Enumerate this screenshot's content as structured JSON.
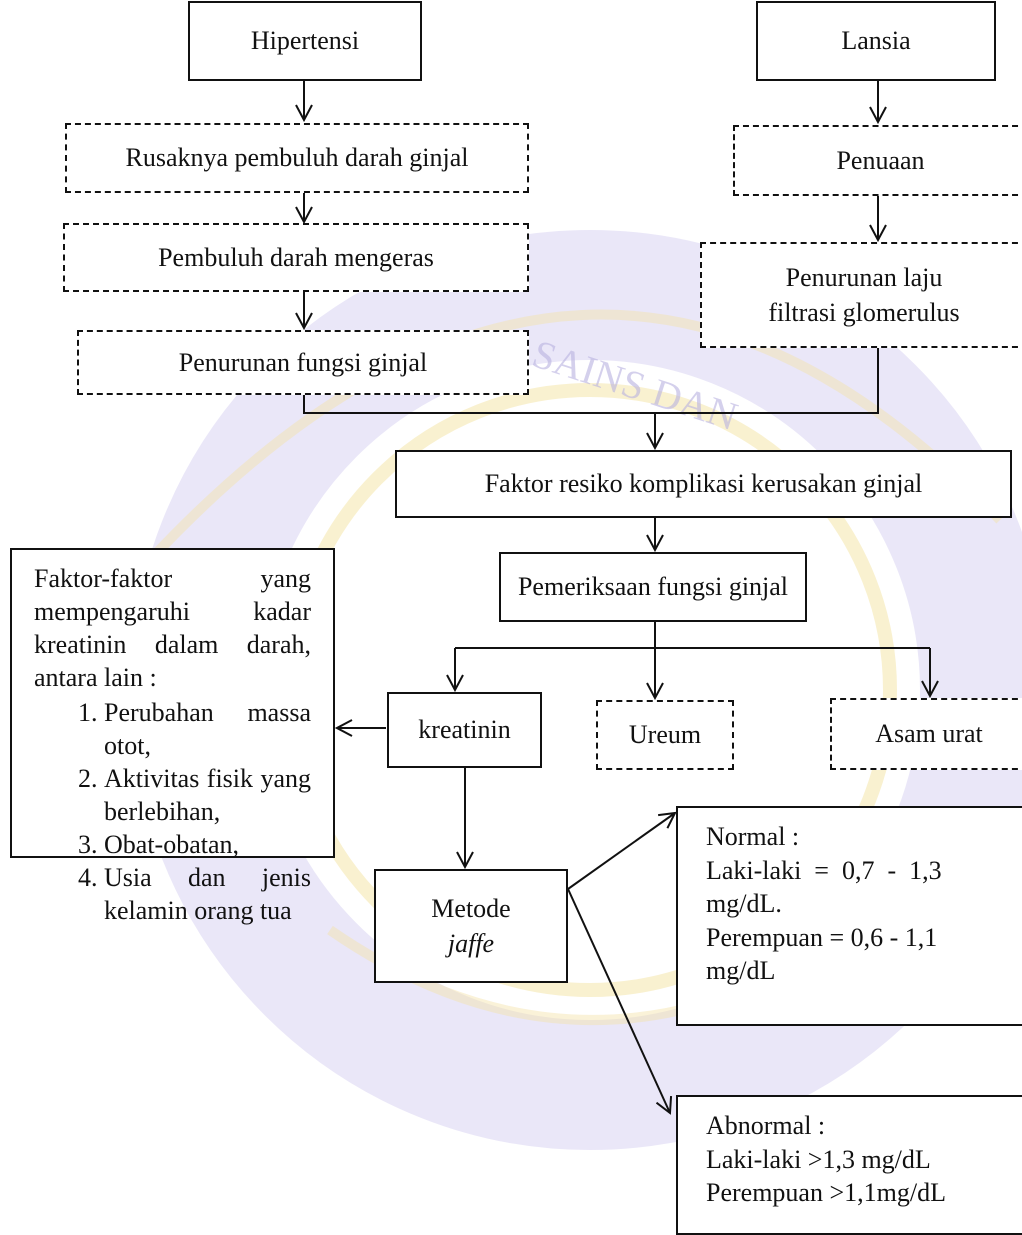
{
  "watermark": {
    "arc_text": "SAINS DAN",
    "color_ring": "#c9c3ea",
    "color_gold": "#f7e6a6"
  },
  "nodes": {
    "hipertensi": "Hipertensi",
    "lansia": "Lansia",
    "rusaknya": "Rusaknya pembuluh darah ginjal",
    "mengeras": "Pembuluh darah mengeras",
    "penurunan_fungsi": "Penurunan fungsi ginjal",
    "penuaan": "Penuaan",
    "lfg": "Penurunan laju filtrasi glomerulus",
    "faktor_resiko": "Faktor resiko komplikasi kerusakan ginjal",
    "pemeriksaan": "Pemeriksaan fungsi ginjal",
    "kreatinin": "kreatinin",
    "ureum": "Ureum",
    "asam_urat": "Asam urat",
    "metode_label": "Metode",
    "metode_name": "jaffe"
  },
  "factors": {
    "intro": "Faktor-faktor yang mempengaruhi kadar kreatinin dalam darah, antara lain :",
    "items": [
      "Perubahan massa otot,",
      "Aktivitas fisik yang berlebihan,",
      "Obat-obatan,",
      "Usia dan jenis kelamin orang tua"
    ]
  },
  "normal": {
    "title": "Normal :",
    "male": "Laki-laki  =  0,7  -  1,3 mg/dL.",
    "female": "Perempuan = 0,6 - 1,1 mg/dL"
  },
  "abnormal": {
    "title": "Abnormal :",
    "male": "Laki-laki >1,3 mg/dL",
    "female": "Perempuan >1,1mg/dL"
  }
}
